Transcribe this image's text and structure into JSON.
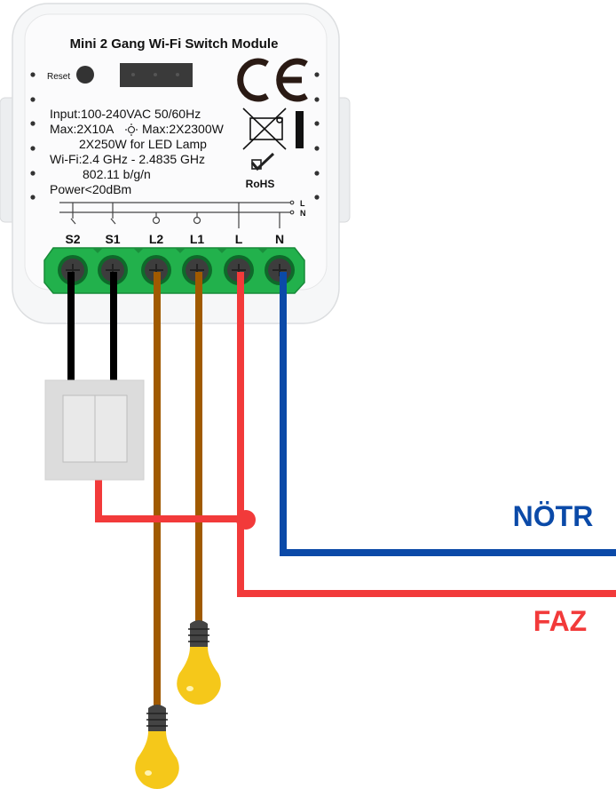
{
  "module": {
    "title": "Mini 2 Gang Wi-Fi Switch Module",
    "reset_label": "Reset",
    "specs": [
      "Input:100-240VAC 50/60Hz",
      "Max:2X10A",
      "Max:2X2300W",
      "2X250W for LED Lamp",
      "Wi-Fi:2.4 GHz - 2.4835 GHz",
      "802.11 b/g/n",
      "Power<20dBm"
    ],
    "certifications": [
      "CE",
      "RoHS"
    ],
    "bus_labels": [
      "L",
      "N"
    ],
    "terminals": [
      "S2",
      "S1",
      "L2",
      "L1",
      "L",
      "N"
    ]
  },
  "labels": {
    "neutral": "NÖTR",
    "phase": "FAZ"
  },
  "colors": {
    "neutral": "#0b4aa8",
    "phase": "#f23a3a",
    "switch_wire": "#000000",
    "lamp_wire": "#a05a00",
    "terminal_block": "#22b14c",
    "bulb": "#f5c81a"
  }
}
